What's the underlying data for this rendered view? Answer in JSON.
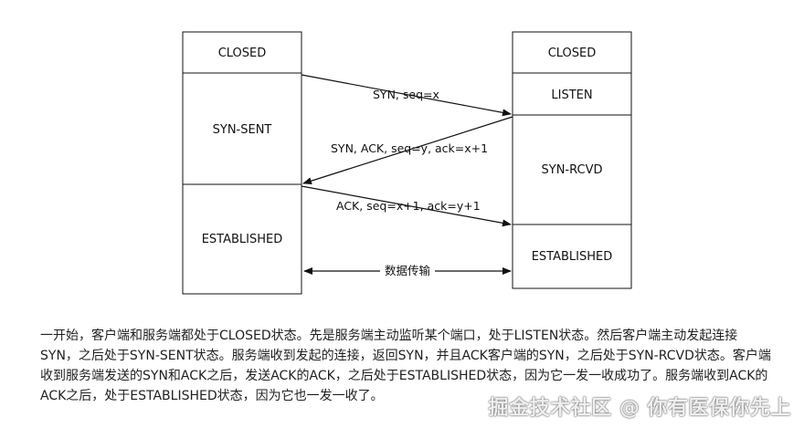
{
  "client": {
    "states": [
      "CLOSED",
      "SYN-SENT",
      "ESTABLISHED"
    ]
  },
  "server": {
    "states": [
      "CLOSED",
      "LISTEN",
      "SYN-RCVD",
      "ESTABLISHED"
    ]
  },
  "messages": {
    "syn": "SYN, seq=x",
    "syn_ack": "SYN, ACK, seq=y, ack=x+1",
    "ack": "ACK, seq=x+1, ack=y+1",
    "data": "数据传输"
  },
  "caption": "一开始，客户端和服务端都处于CLOSED状态。先是服务端主动监听某个端口，处于LISTEN状态。然后客户端主动发起连接SYN，之后处于SYN-SENT状态。服务端收到发起的连接，返回SYN，并且ACK客户端的SYN，之后处于SYN-RCVD状态。客户端收到服务端发送的SYN和ACK之后，发送ACK的ACK，之后处于ESTABLISHED状态，因为它一发一收成功了。服务端收到ACK的ACK之后，处于ESTABLISHED状态，因为它也一发一收了。",
  "watermark": "掘金技术社区 @ 你有医保你先上",
  "colors": {
    "line": "#111111",
    "box_fill": "#ffffff",
    "text": "#111111"
  }
}
